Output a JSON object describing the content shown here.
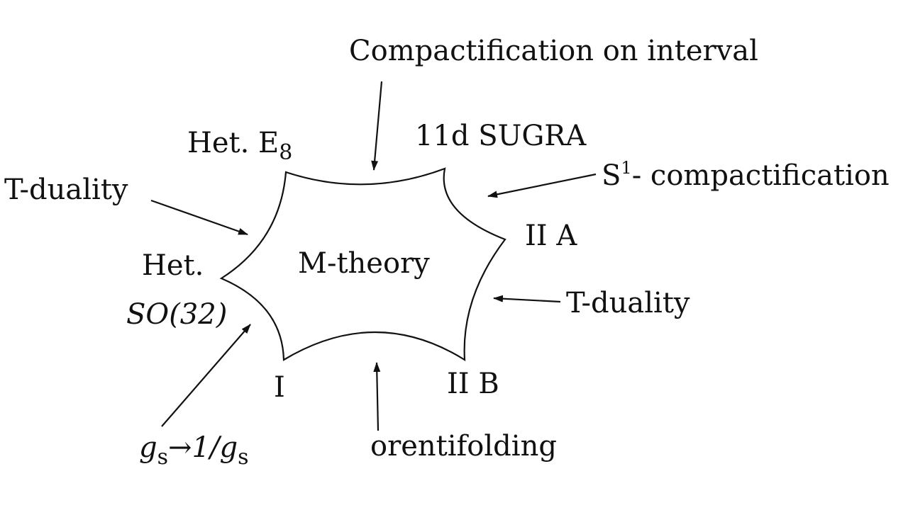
{
  "diagram": {
    "center": "M-theory",
    "vertices": {
      "het_e8_prefix": "Het. E",
      "het_e8_sub": "8",
      "sugra": "11d SUGRA",
      "iia": "II A",
      "iib": "II B",
      "type_i": "I",
      "het_so_1": "Het.",
      "het_so_2": "SO(32)"
    },
    "operations": {
      "interval": "Compactification on interval",
      "s1_base": "S",
      "s1_sup": "1",
      "s1_rest": "- compactification",
      "tduality_left": "T-duality",
      "tduality_right": "T-duality",
      "orientifold": "orentifolding",
      "sdual_g1": "g",
      "sdual_s1": "s",
      "sdual_mid": "→1/",
      "sdual_g2": "g",
      "sdual_s2": "s"
    }
  }
}
